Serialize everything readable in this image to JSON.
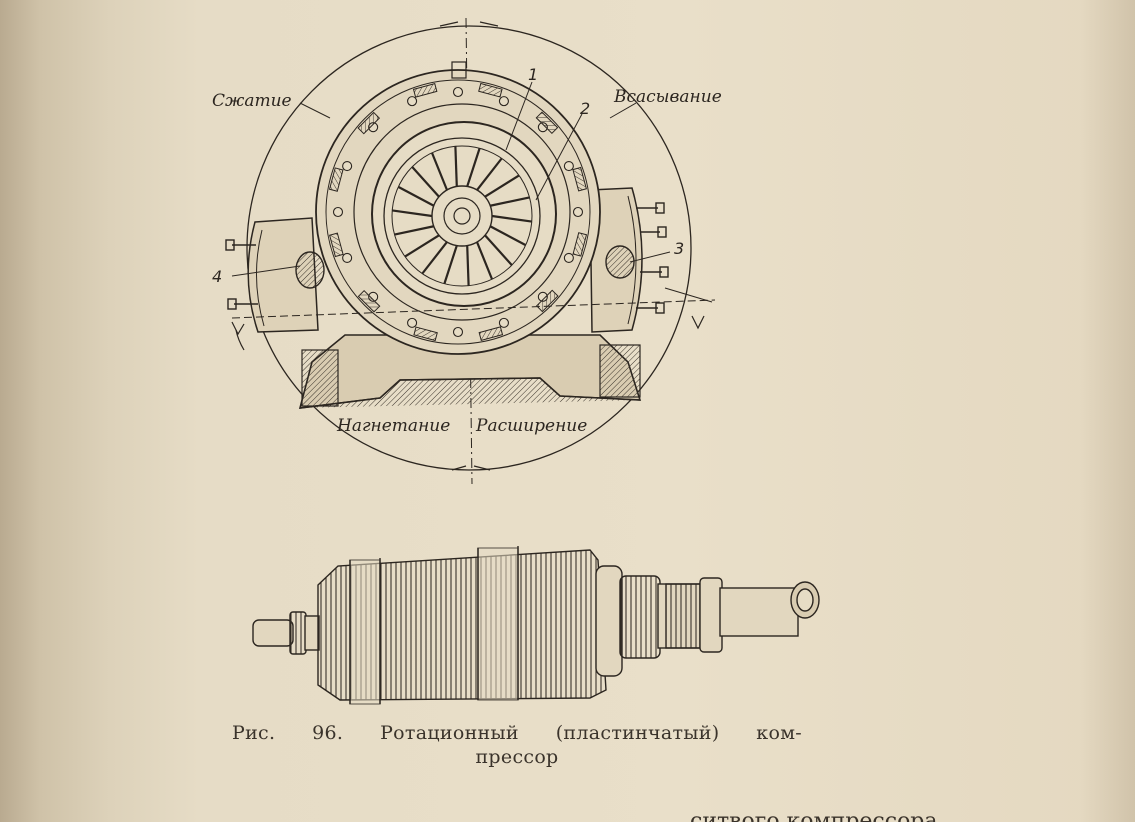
{
  "diagram": {
    "labels": {
      "compression": "Сжатие",
      "suction": "Всасывание",
      "discharge": "Нагнетание",
      "expansion": "Расширение"
    },
    "callouts": [
      "1",
      "2",
      "3",
      "4"
    ]
  },
  "caption": {
    "fig_label": "Рис.",
    "fig_number": "96.",
    "title_part1": "Ротационный",
    "title_part2": "(пластинчатый)",
    "title_part3": "ком-",
    "title_part4": "прессор"
  },
  "bottom_fragment": "ситвого компрессора"
}
